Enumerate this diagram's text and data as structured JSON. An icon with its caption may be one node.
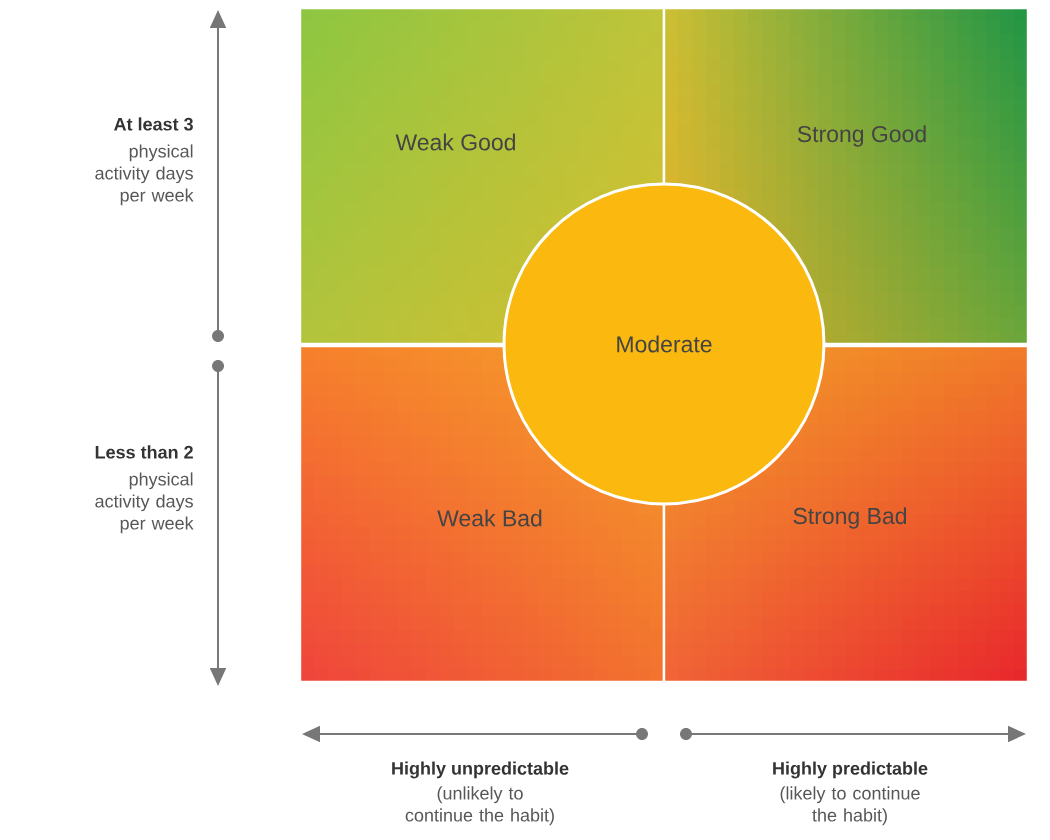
{
  "diagram": {
    "nodes": [
      {
        "text": [
          "Weak Good"
        ]
      },
      {
        "text": [
          "Strong Good"
        ]
      },
      {
        "text": [
          "Moderate"
        ]
      },
      {
        "text": [
          "Weak Bad"
        ]
      },
      {
        "text": [
          "Strong Bad"
        ]
      }
    ],
    "labels": [
      "At least 3",
      "physical activity days per week",
      "Less than 2",
      "physical activity days per week",
      "Highly unpredictable",
      "(unlikely to continue the habit)",
      "Highly predictable",
      "(likely to continue the habit)"
    ]
  }
}
